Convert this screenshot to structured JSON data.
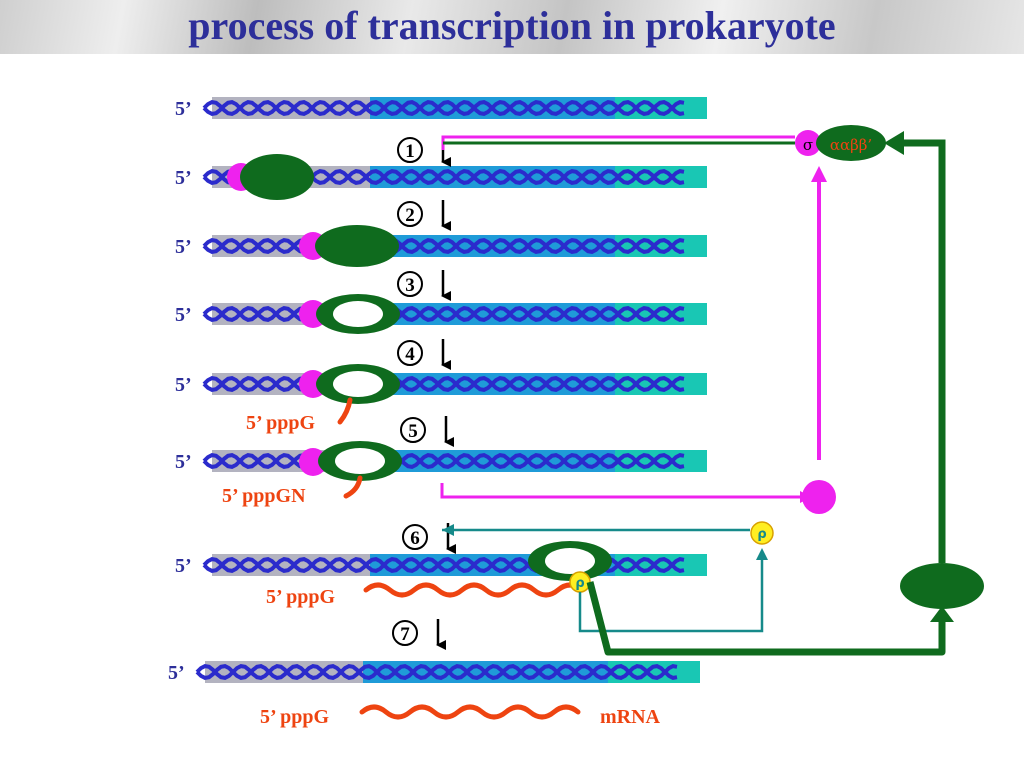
{
  "title": "process of transcription in prokaryote",
  "strand_label": "5’",
  "steps": [
    "1",
    "2",
    "3",
    "4",
    "5",
    "6",
    "7"
  ],
  "rna_labels": {
    "row5": "5’ pppG",
    "row6": "5’ pppGN",
    "row7": "5’ pppG",
    "row8": "5’ pppG"
  },
  "mrna_label": "mRNA",
  "holoenzyme_sigma": "σ",
  "holoenzyme_core": "ααββ’",
  "rho_label": "ρ",
  "colors": {
    "title": "#2d2f9a",
    "dna_strand": "#2b2bcc",
    "promoter_band": "#b3b3c0",
    "gene_band": "#1f9bd8",
    "terminator_band": "#19c7b4",
    "polymerase": "#0f6b1e",
    "sigma": "#ee22ee",
    "rna": "#ee4411",
    "rho": "#ffee22",
    "rho_line": "#168a8a"
  }
}
